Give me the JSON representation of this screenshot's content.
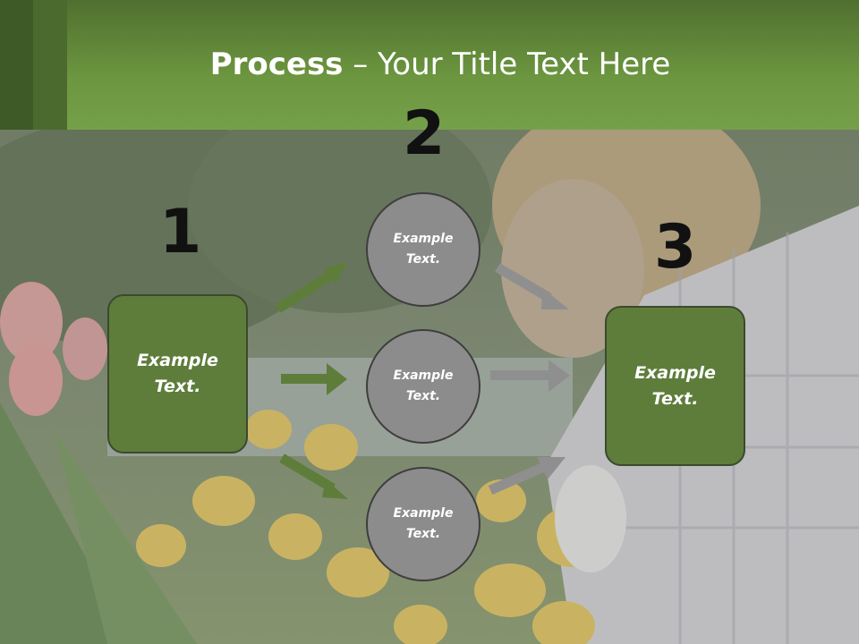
{
  "title": {
    "bold": "Process",
    "rest": " – Your Title Text Here"
  },
  "steps": [
    {
      "number": "1",
      "text": "Example\nText."
    },
    {
      "number": "2",
      "texts": [
        "Example\nText.",
        "Example\nText.",
        "Example\nText."
      ]
    },
    {
      "number": "3",
      "text": "Example\nText."
    }
  ],
  "colors": {
    "header_green": "#6c963f",
    "box_green": "#5e7d3b",
    "circle_gray": "#8c8c8c",
    "arrow_green": "#5e7d3b",
    "arrow_gray": "#8f8f8f"
  }
}
